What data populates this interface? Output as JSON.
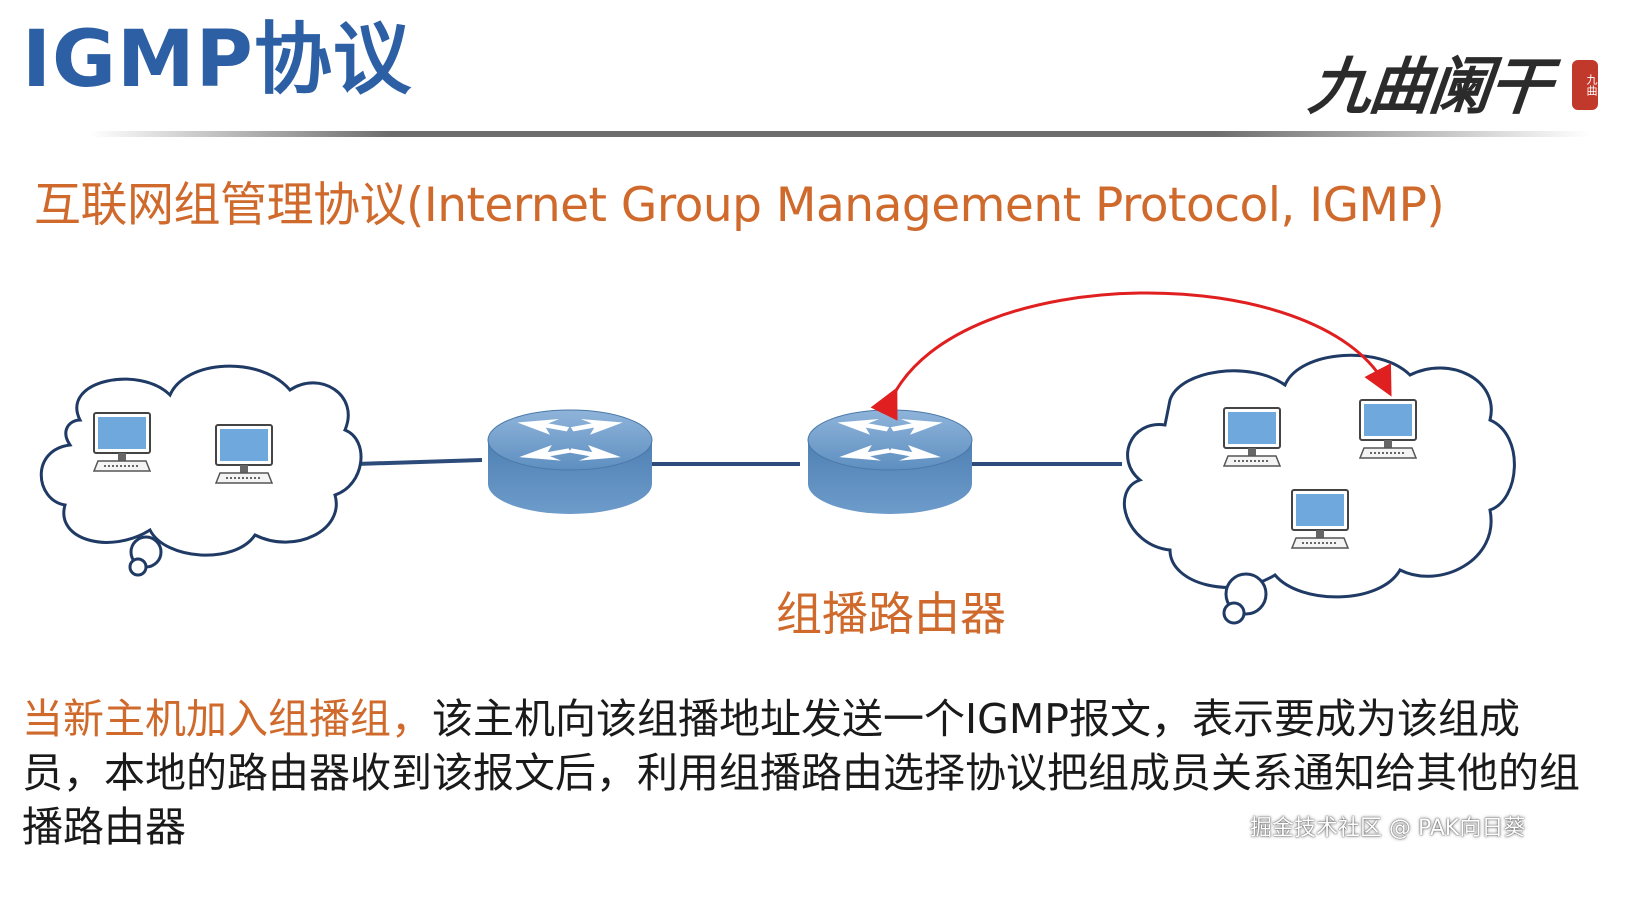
{
  "slide": {
    "title": "IGMP协议",
    "subtitle": "互联网组管理协议(Internet Group Management Protocol, IGMP)"
  },
  "logo": {
    "text": "九曲阑干",
    "seal": "九曲"
  },
  "diagram": {
    "router_label": "组播路由器",
    "colors": {
      "router": "#5e8fc0",
      "link": "#2c4a7a",
      "cloud_outline": "#1f3a64",
      "arrow": "#e02020",
      "screen": "#6fa8dc"
    }
  },
  "description": {
    "highlight": "当新主机加入组播组，",
    "body": "该主机向该组播地址发送一个IGMP报文，表示要成为该组成员，本地的路由器收到该报文后，利用组播路由选择协议把组成员关系通知给其他的组播路由器"
  },
  "watermark": "掘金技术社区 @ PAK向日葵"
}
